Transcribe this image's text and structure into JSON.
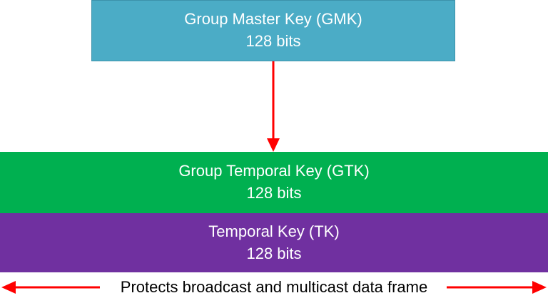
{
  "boxes": {
    "gmk": {
      "name": "Group Master Key (GMK)",
      "size": "128 bits",
      "color": "#4bacc6"
    },
    "gtk": {
      "name": "Group Temporal Key (GTK)",
      "size": "128 bits",
      "color": "#00b050"
    },
    "tk": {
      "name": "Temporal Key (TK)",
      "size": "128 bits",
      "color": "#7030a0"
    }
  },
  "caption": "Protects broadcast and multicast data frame",
  "colors": {
    "arrow": "#ff0000"
  }
}
